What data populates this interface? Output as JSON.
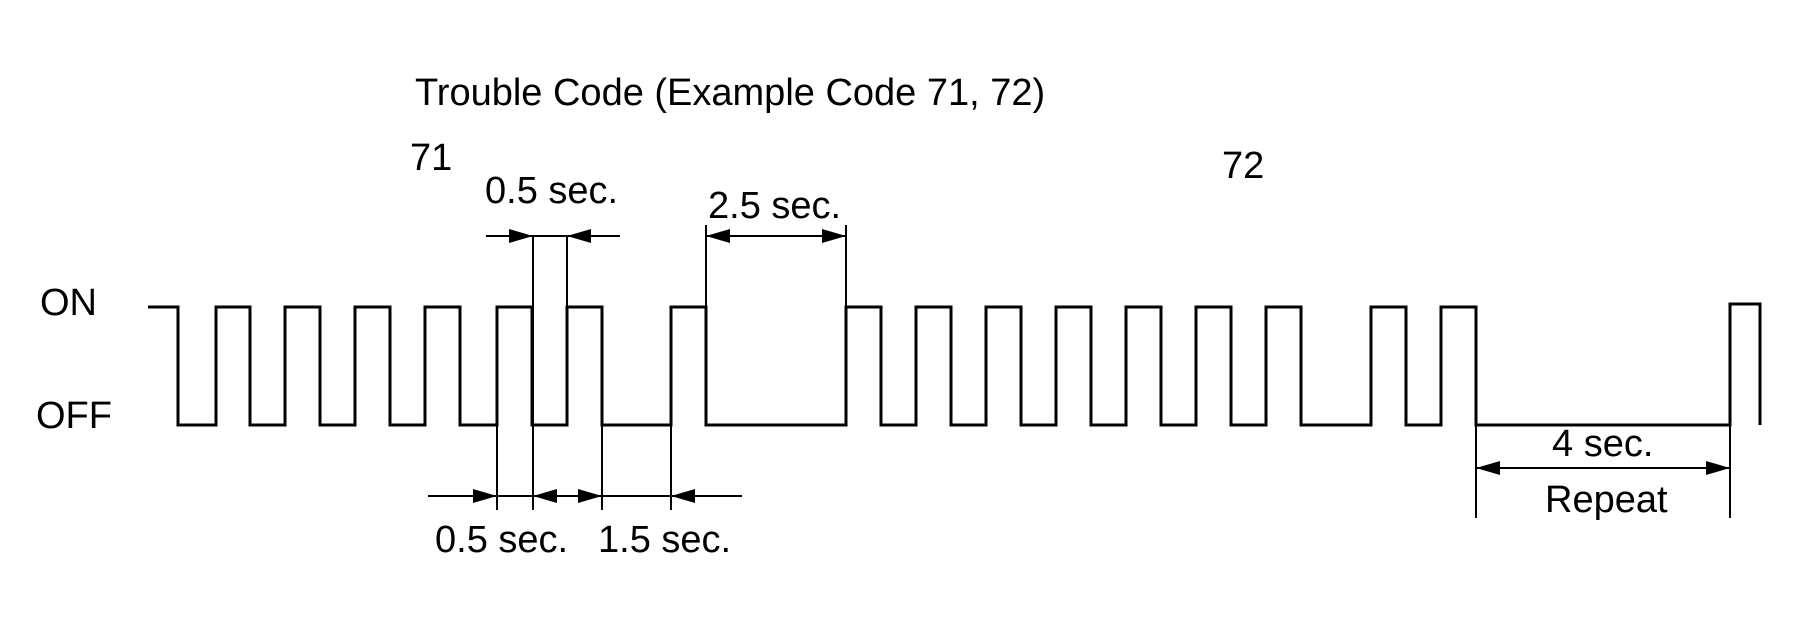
{
  "diagram": {
    "title": "Trouble Code (Example Code 71, 72)",
    "levels": {
      "on": "ON",
      "off": "OFF"
    },
    "codes": {
      "first": "71",
      "second": "72"
    },
    "timings": {
      "short_on": "0.5 sec.",
      "short_off": "0.5 sec.",
      "digit_gap": "1.5 sec.",
      "code_gap": "2.5 sec.",
      "repeat_gap": "4 sec.",
      "repeat_label": "Repeat"
    }
  }
}
